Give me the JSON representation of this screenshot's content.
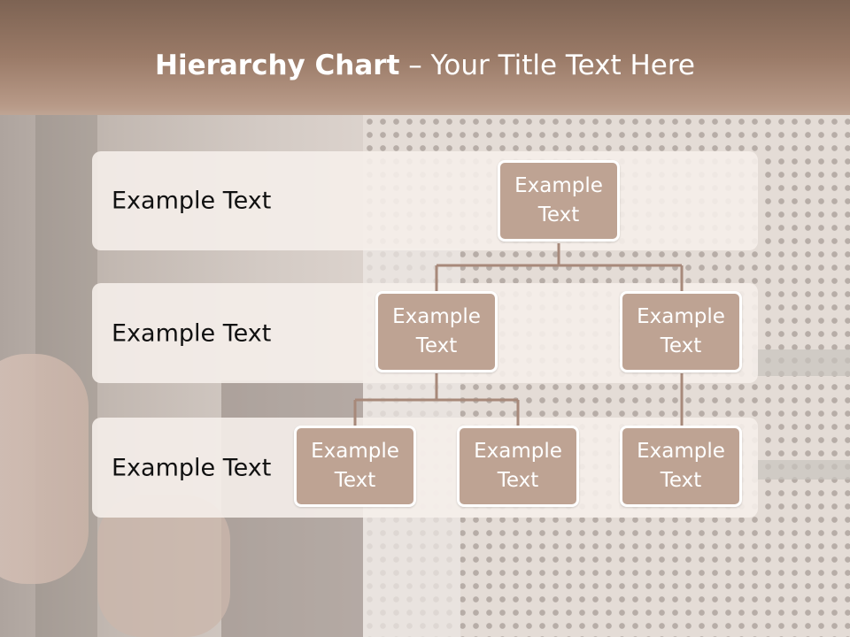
{
  "title": {
    "bold": "Hierarchy Chart",
    "rest": " – Your Title Text Here"
  },
  "levels": [
    {
      "label": "Example Text"
    },
    {
      "label": "Example Text"
    },
    {
      "label": "Example Text"
    }
  ],
  "nodes": {
    "root": {
      "line1": "Example",
      "line2": "Text"
    },
    "level2_left": {
      "line1": "Example",
      "line2": "Text"
    },
    "level2_right": {
      "line1": "Example",
      "line2": "Text"
    },
    "level3_a": {
      "line1": "Example",
      "line2": "Text"
    },
    "level3_b": {
      "line1": "Example",
      "line2": "Text"
    },
    "level3_c": {
      "line1": "Example",
      "line2": "Text"
    }
  },
  "colors": {
    "node_fill": "#bea393",
    "connector": "#a7897a",
    "band": "#f5eeea"
  }
}
